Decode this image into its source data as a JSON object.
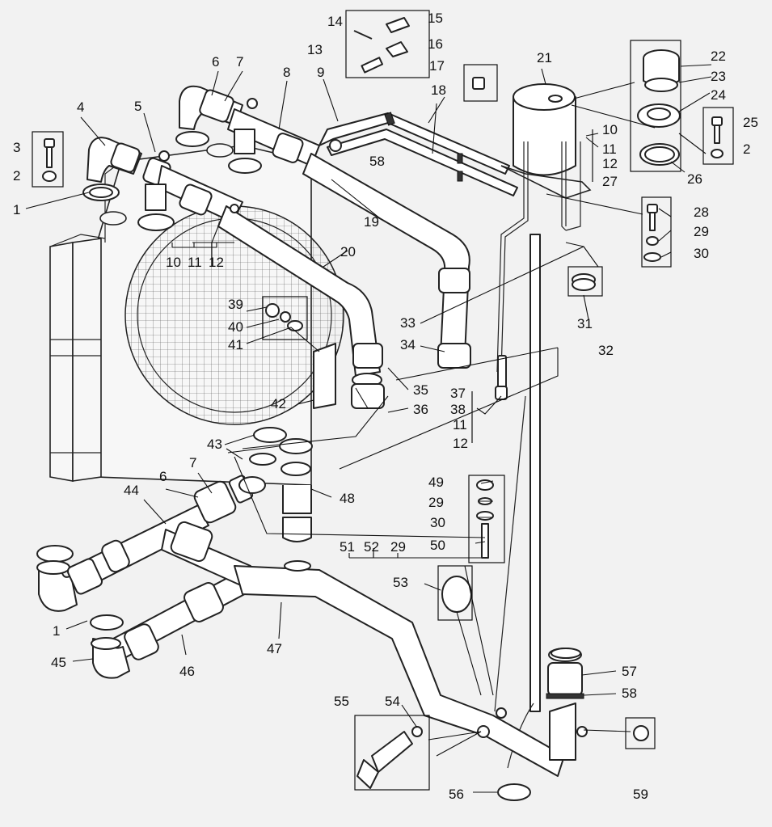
{
  "diagram": {
    "labels": [
      {
        "id": "c1",
        "text": "1"
      },
      {
        "id": "c2",
        "text": "2"
      },
      {
        "id": "c3",
        "text": "3"
      },
      {
        "id": "c4",
        "text": "4"
      },
      {
        "id": "c5",
        "text": "5"
      },
      {
        "id": "c6",
        "text": "6"
      },
      {
        "id": "c7",
        "text": "7"
      },
      {
        "id": "c8",
        "text": "8"
      },
      {
        "id": "c9",
        "text": "9"
      },
      {
        "id": "c10a",
        "text": "10"
      },
      {
        "id": "c11a",
        "text": "11"
      },
      {
        "id": "c12a",
        "text": "12"
      },
      {
        "id": "c13",
        "text": "13"
      },
      {
        "id": "c14",
        "text": "14"
      },
      {
        "id": "c15",
        "text": "15"
      },
      {
        "id": "c16",
        "text": "16"
      },
      {
        "id": "c17",
        "text": "17"
      },
      {
        "id": "c18",
        "text": "18"
      },
      {
        "id": "c19",
        "text": "19"
      },
      {
        "id": "c20",
        "text": "20"
      },
      {
        "id": "c21",
        "text": "21"
      },
      {
        "id": "c22",
        "text": "22"
      },
      {
        "id": "c23",
        "text": "23"
      },
      {
        "id": "c24",
        "text": "24"
      },
      {
        "id": "c25",
        "text": "25"
      },
      {
        "id": "c2b",
        "text": "2"
      },
      {
        "id": "c26",
        "text": "26"
      },
      {
        "id": "c10b",
        "text": "10"
      },
      {
        "id": "c11b",
        "text": "11"
      },
      {
        "id": "c12b",
        "text": "12"
      },
      {
        "id": "c27",
        "text": "27"
      },
      {
        "id": "c58a",
        "text": "58"
      },
      {
        "id": "c28",
        "text": "28"
      },
      {
        "id": "c29a",
        "text": "29"
      },
      {
        "id": "c30a",
        "text": "30"
      },
      {
        "id": "c31",
        "text": "31"
      },
      {
        "id": "c32",
        "text": "32"
      },
      {
        "id": "c33",
        "text": "33"
      },
      {
        "id": "c34",
        "text": "34"
      },
      {
        "id": "c35",
        "text": "35"
      },
      {
        "id": "c36",
        "text": "36"
      },
      {
        "id": "c37",
        "text": "37"
      },
      {
        "id": "c38",
        "text": "38"
      },
      {
        "id": "c11c",
        "text": "11"
      },
      {
        "id": "c12c",
        "text": "12"
      },
      {
        "id": "c39",
        "text": "39"
      },
      {
        "id": "c40",
        "text": "40"
      },
      {
        "id": "c41",
        "text": "41"
      },
      {
        "id": "c42",
        "text": "42"
      },
      {
        "id": "c43",
        "text": "43"
      },
      {
        "id": "c44",
        "text": "44"
      },
      {
        "id": "c6b",
        "text": "6"
      },
      {
        "id": "c7b",
        "text": "7"
      },
      {
        "id": "c48",
        "text": "48"
      },
      {
        "id": "c49",
        "text": "49"
      },
      {
        "id": "c29b",
        "text": "29"
      },
      {
        "id": "c30b",
        "text": "30"
      },
      {
        "id": "c50",
        "text": "50"
      },
      {
        "id": "c51",
        "text": "51"
      },
      {
        "id": "c52",
        "text": "52"
      },
      {
        "id": "c29c",
        "text": "29"
      },
      {
        "id": "c53",
        "text": "53"
      },
      {
        "id": "c1b",
        "text": "1"
      },
      {
        "id": "c45",
        "text": "45"
      },
      {
        "id": "c46",
        "text": "46"
      },
      {
        "id": "c47",
        "text": "47"
      },
      {
        "id": "c57",
        "text": "57"
      },
      {
        "id": "c58b",
        "text": "58"
      },
      {
        "id": "c55",
        "text": "55"
      },
      {
        "id": "c54",
        "text": "54"
      },
      {
        "id": "c56",
        "text": "56"
      },
      {
        "id": "c59",
        "text": "59"
      }
    ]
  }
}
